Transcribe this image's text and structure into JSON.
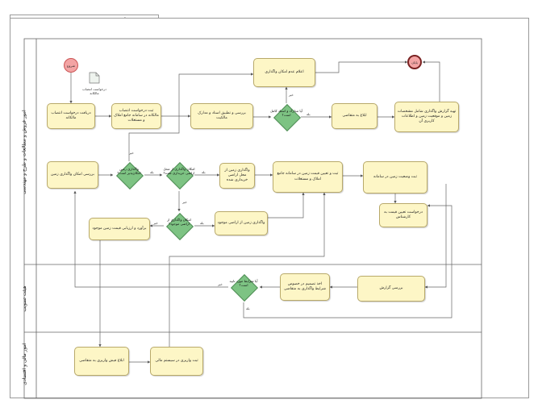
{
  "diagram": {
    "title": "Business Process ۔ فروش و واگذاری از طریق انتصاب مالکانه"
  },
  "lanes": [
    {
      "label": "امور فروش و مطالعات و طرح و مهندسی"
    },
    {
      "label": "هیئت تصویب"
    },
    {
      "label": "امور مالی و اقتصادی"
    }
  ],
  "events": {
    "start": {
      "label": "شروع"
    },
    "end": {
      "label": "پایان"
    }
  },
  "data_object": {
    "label": "درخواست انتصاب مالکانه"
  },
  "tasks": {
    "receive_request": "دریافت درخواست انتصاب مالکانه",
    "register_request": "ثبت درخواست انتصاب مالکانه در سامانه جامع املاک و مستغلات",
    "review_documents": "بررسی و تطبیق اسناد و مدارک مالکیت",
    "inform_refusal": "اعلام عدم امکان واگذاری",
    "notify_applicant": "ابلاغ به متقاضی",
    "prepare_valuation": "تهیه گزارش واگذاری شامل مشخصات زمین و موقعیت زمین و اطلاعات کاربری آن",
    "review_land_status": "بررسی امکان واگذاری زمین",
    "survey_land": "واگذاری زمین از محل اراضی خریداری شده",
    "price_determination": "ثبت و تعیین قیمت زمین در سامانه جامع املاک و مستغلات",
    "register_system": "ثبت وضعیت زمین در سامانه",
    "cost_estimate": "درخواست تعیین قیمت به کارشناس",
    "other_land": "واگذاری زمین از اراضی موجود",
    "final_approval": "برآورد و ارزیابی قیمت زمین موجود",
    "committee_review": "بررسی گزارش",
    "notify_decision": "اخذ تصمیم در خصوص شرایط واگذاری به متقاضی",
    "issue_invoice": "ابلاغ فیش واریزی به متقاضی",
    "register_payment": "ثبت واریزی در سیستم مالی"
  },
  "gateways": {
    "g_docs": "آیا مدارک و اسناد کامل است؟",
    "g_land_available": "واگذاری زمین امکان‌پذیر است؟",
    "g_purchased": "امکان واگذاری از محل اراضی خریداری شده؟",
    "g_existing": "امکان واگذاری از اراضی موجود؟",
    "g_committee": "آیا شرایط مورد تایید است؟"
  },
  "flow_labels": {
    "yes": "بله",
    "no": "خیر"
  }
}
